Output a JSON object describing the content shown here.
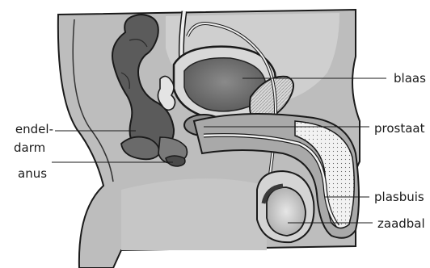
{
  "labels": {
    "blaas": "blaas",
    "prostaat": "prostaat",
    "plasbuis": "plasbuis",
    "zaadbal": "zaadbal",
    "endeldarm_line1": "endel-",
    "endeldarm_line2": "darm",
    "anus": "anus"
  }
}
